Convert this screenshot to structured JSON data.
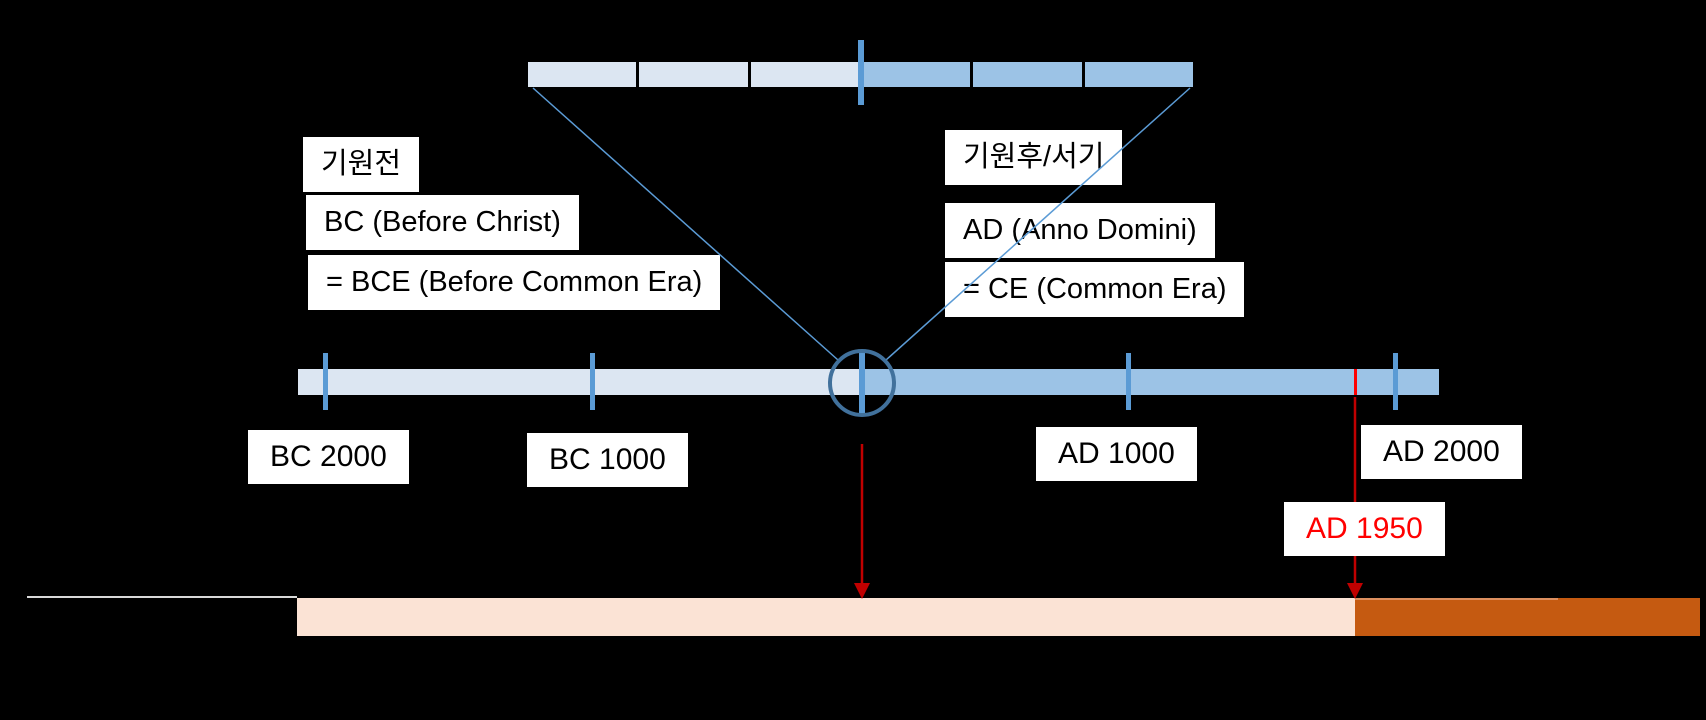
{
  "slide": {
    "background": "#000000",
    "description_labels": {
      "era_left": {
        "korean_label": "기원전",
        "english_label": "BC (Before Christ)",
        "equivalent_label": "= BCE (Before Common Era)"
      },
      "era_right": {
        "korean_label": "기원후/서기",
        "english_label": "AD (Anno Domini)",
        "equivalent_label": "= CE (Common Era)"
      }
    },
    "timeline": {
      "tick_labels": [
        "BC 2000",
        "BC 1000",
        "AD 1000",
        "AD 2000"
      ],
      "highlight_tick_label": "AD 1950",
      "segments": [
        "BC era (light blue)",
        "AD era (medium blue)"
      ],
      "magnified_bar_segments": 6
    },
    "icons": {
      "year_zero_marker": "magnifier-circle-icon",
      "present_marker": "down-arrow-icon",
      "ad1950_marker": "down-arrow-icon"
    }
  },
  "colors": {
    "background": "#000000",
    "light_blue": "#dce6f2",
    "medium_blue": "#9cc3e6",
    "tick_blue": "#5b9bd5",
    "circle_blue": "#41719c",
    "callout_blue": "#5b9bd5",
    "arrow_red": "#c00000",
    "bright_red": "#ff0000",
    "peach": "#fbe3d5",
    "orange": "#c55a11",
    "orange_edge": "#dd8f5f",
    "line_gray": "#d9d9d9",
    "label_bg": "#ffffff",
    "label_text": "#000000"
  }
}
